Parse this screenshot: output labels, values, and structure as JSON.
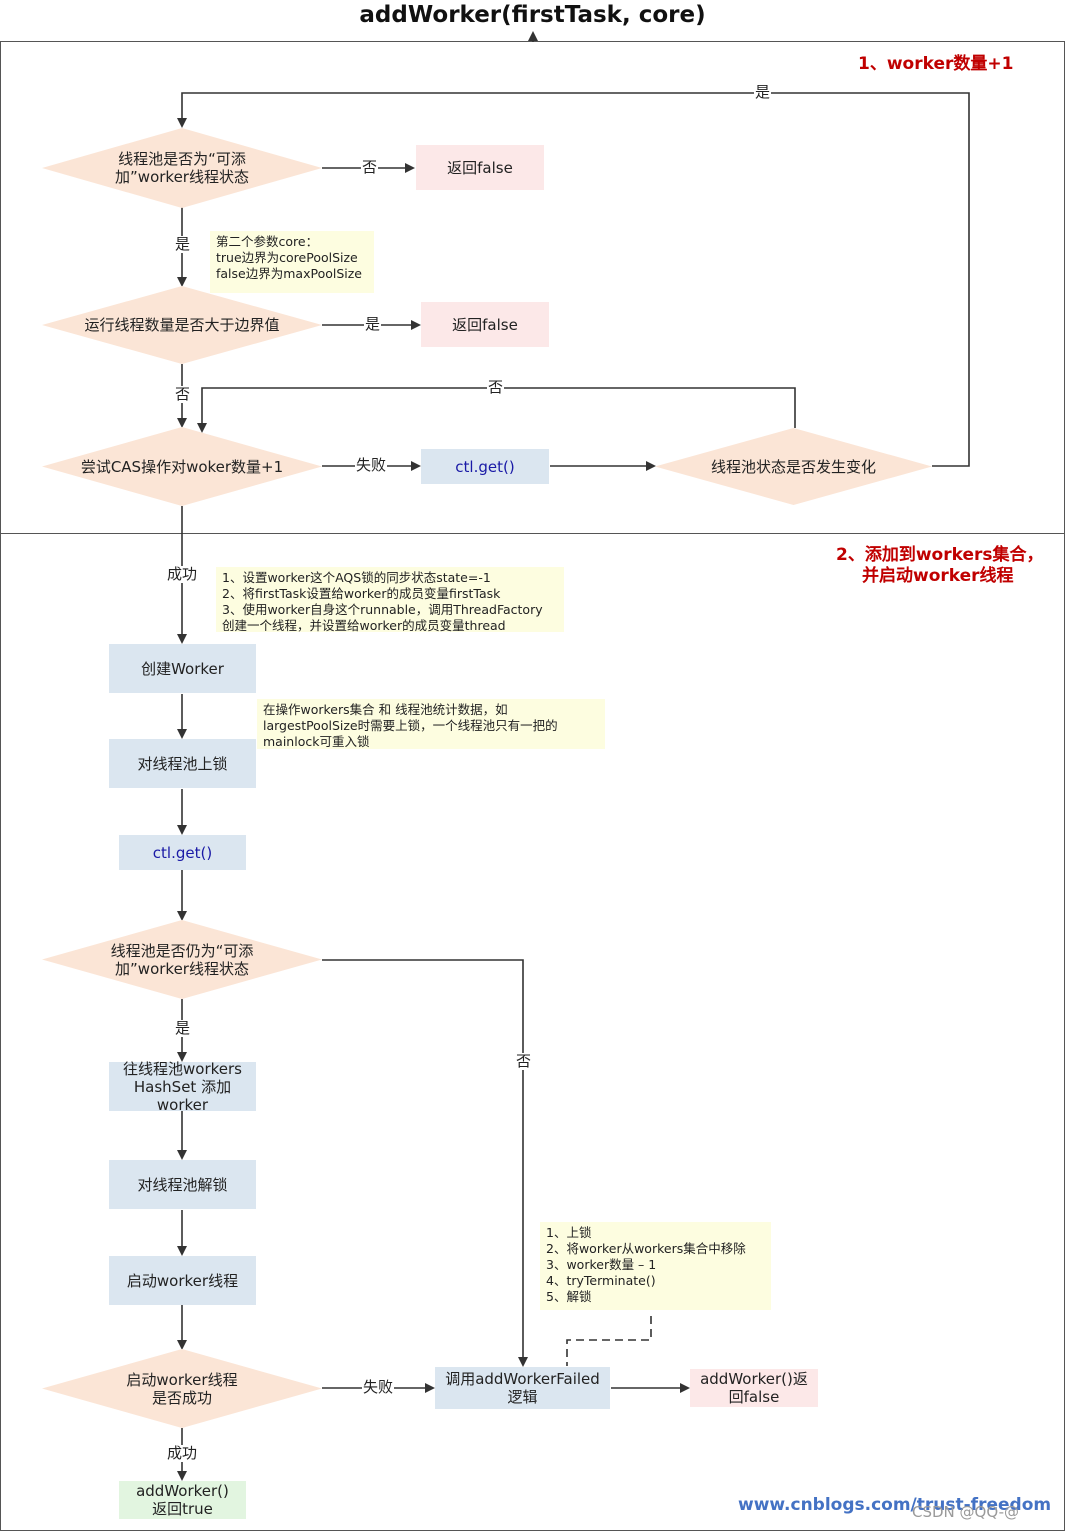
{
  "title": "addWorker(firstTask, core)",
  "sections": {
    "s1_label": "1、worker数量+1",
    "s2_label_line1": "2、添加到workers集合，",
    "s2_label_line2": "并启动worker线程"
  },
  "nodes": {
    "d_state": "线程池是否为“可添加”worker线程状态",
    "r_false_1": "返回false",
    "d_bound": "运行线程数量是否大于边界值",
    "r_false_2": "返回false",
    "d_cas": "尝试CAS操作对woker数量+1",
    "ctl_get_1": "ctl.get()",
    "d_changed": "线程池状态是否发生变化",
    "create_worker": "创建Worker",
    "lock": "对线程池上锁",
    "ctl_get_2": "ctl.get()",
    "d_still": "线程池是否仍为“可添加”worker线程状态",
    "add_worker": "往线程池workers HashSet 添加worker",
    "unlock": "对线程池解锁",
    "start_thread": "启动worker线程",
    "d_started": "启动worker线程是否成功",
    "failed": "调用addWorkerFailed逻辑",
    "ret_false": "addWorker()返回false",
    "ret_true": "addWorker()返回true"
  },
  "notes": {
    "core": "第二个参数core：\ntrue边界为corePoolSize\nfalse边界为maxPoolSize",
    "create": "1、设置worker这个AQS锁的同步状态state=-1\n2、将firstTask设置给worker的成员变量firstTask\n3、使用worker自身这个runnable，调用ThreadFactory\n创建一个线程，并设置给worker的成员变量thread",
    "lock": "在操作workers集合 和 线程池统计数据，如\nlargestPoolSize时需要上锁，一个线程池只有一把的\nmainlock可重入锁",
    "failed": "1、上锁\n2、将worker从workers集合中移除\n3、worker数量 – 1\n4、tryTerminate()\n5、解锁"
  },
  "labels": {
    "yes": "是",
    "no": "否",
    "fail": "失败",
    "success": "成功"
  },
  "footer": "www.cnblogs.com/trust-freedom",
  "watermark": "CSDN @QQ-@"
}
